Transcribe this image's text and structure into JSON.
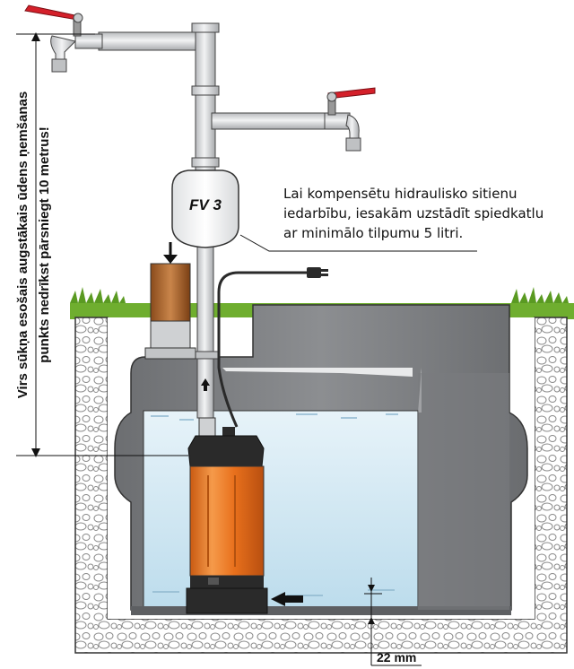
{
  "diagram": {
    "vessel_label": "FV 3",
    "note_lines": [
      "Lai kompensētu hidraulisko sitienu",
      "iedarbību, iesakām uzstādīt spiedkatlu",
      "ar minimālo tilpumu 5 litri."
    ],
    "height_note_lines": [
      "Virs sūkņa esošais augstākais ūdens ņemšanas",
      "punkts nedrīkst pārsniegt 10 metrus!"
    ],
    "bottom_gap_label": "22 mm",
    "colors": {
      "pump_orange": "#e8701c",
      "pump_black": "#2a2a2a",
      "tank_grey": "#7f8184",
      "water_blue": "#cfe6f2",
      "grass_green": "#6fae2f",
      "valve_red": "#d4202a",
      "pipe_grey": "#c9cbcd"
    }
  }
}
